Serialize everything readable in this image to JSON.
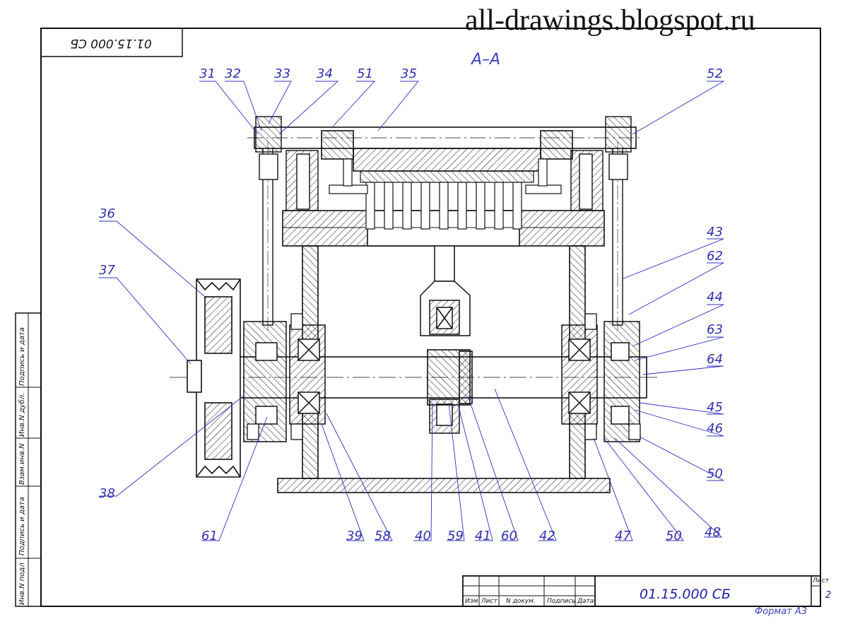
{
  "watermark": "all-drawings.blogspot.ru",
  "section_title": "A–A",
  "corner_stamp": "01.15.000 СБ",
  "title_block": {
    "designation": "01.15.000  СБ",
    "sheet_label": "Лист",
    "sheet_number": "2",
    "format": "Формат  А3",
    "columns": [
      "Изм",
      "Лист",
      "N докум.",
      "Подпись",
      "Дата"
    ]
  },
  "side_strip": [
    "Инв.N подл",
    "Подпись и дата",
    "Взам.инв.N",
    "Инв.N дубл.",
    "Подпись и дата"
  ],
  "callouts": {
    "c31": "31",
    "c32": "32",
    "c33": "33",
    "c34": "34",
    "c51": "51",
    "c35": "35",
    "c52": "52",
    "c36": "36",
    "c37": "37",
    "c43": "43",
    "c62": "62",
    "c44": "44",
    "c63": "63",
    "c64": "64",
    "c45": "45",
    "c46": "46",
    "c50a": "50",
    "c38": "38",
    "c61": "61",
    "c39": "39",
    "c58": "58",
    "c40": "40",
    "c59": "59",
    "c41": "41",
    "c60": "60",
    "c42": "42",
    "c47": "47",
    "c50b": "50",
    "c48": "48"
  }
}
